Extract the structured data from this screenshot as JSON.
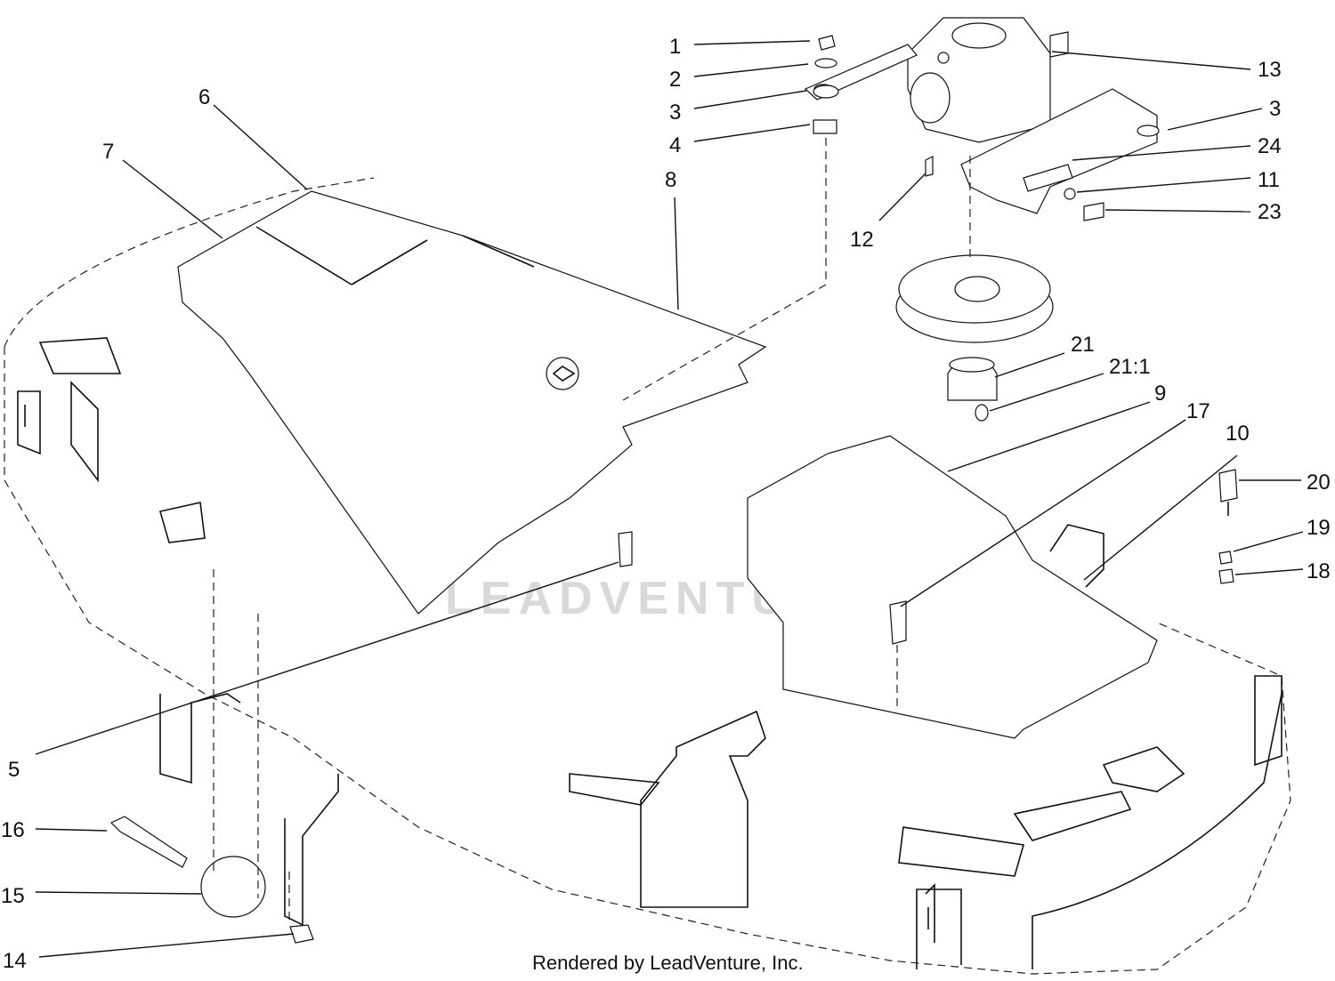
{
  "diagram": {
    "watermark": "LEADVENTURE",
    "footer": "Rendered by LeadVenture, Inc.",
    "callouts": [
      {
        "id": "c1",
        "label": "1"
      },
      {
        "id": "c2",
        "label": "2"
      },
      {
        "id": "c3a",
        "label": "3"
      },
      {
        "id": "c4",
        "label": "4"
      },
      {
        "id": "c13",
        "label": "13"
      },
      {
        "id": "c3b",
        "label": "3"
      },
      {
        "id": "c24",
        "label": "24"
      },
      {
        "id": "c11",
        "label": "11"
      },
      {
        "id": "c23",
        "label": "23"
      },
      {
        "id": "c12",
        "label": "12"
      },
      {
        "id": "c6",
        "label": "6"
      },
      {
        "id": "c7",
        "label": "7"
      },
      {
        "id": "c8",
        "label": "8"
      },
      {
        "id": "c21",
        "label": "21"
      },
      {
        "id": "c21_1",
        "label": "21:1"
      },
      {
        "id": "c9",
        "label": "9"
      },
      {
        "id": "c17",
        "label": "17"
      },
      {
        "id": "c10",
        "label": "10"
      },
      {
        "id": "c20",
        "label": "20"
      },
      {
        "id": "c19",
        "label": "19"
      },
      {
        "id": "c18",
        "label": "18"
      },
      {
        "id": "c5",
        "label": "5"
      },
      {
        "id": "c16",
        "label": "16"
      },
      {
        "id": "c15",
        "label": "15"
      },
      {
        "id": "c14",
        "label": "14"
      }
    ]
  }
}
